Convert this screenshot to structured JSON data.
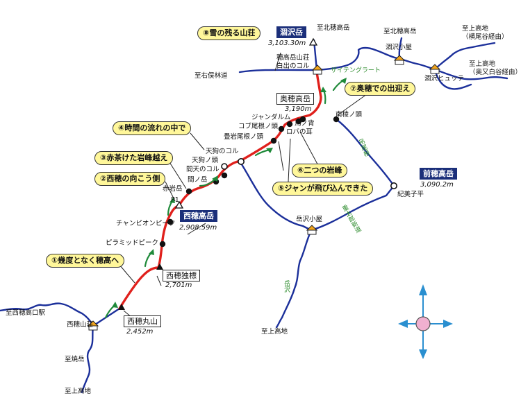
{
  "places": {
    "nishiho_sanso": "西穂山荘",
    "nishiho_kochi_eki": "至西穂高口駅",
    "yakedake": "至焼岳",
    "kamikochi_sw": "至上高地",
    "kamikochi_s": "至上高地",
    "migimata": "至右俣林道",
    "kitaho_1": "至北穂高岳",
    "kitaho_2": "至北穂高岳",
    "karasawa_hut": "涸沢小屋",
    "karasawa_hutte": "涸沢ヒュッテ",
    "kamikochi_yokoo": "至上高地\n（横尾谷経由）",
    "kamikochi_okumata": "至上高地\n（奥又白谷経由）",
    "hotakadake_sanso": "穂高岳山荘\n白出のコル",
    "dakesawa_hut": "岳沢小屋",
    "kimiko_daira": "紀美子平"
  },
  "peaks": {
    "nishiho_maruyama": "西穂丸山",
    "nishiho_dokuhyo": "西穂独標",
    "nishiho_takadake": "西穂高岳",
    "okuho_takadake": "奥穂高岳",
    "maeho_takadake": "前穂高岳",
    "karasawa_dake": "涸沢岳"
  },
  "elevations": {
    "maruyama": "2,452m",
    "dokuhyo": "2,701m",
    "nishiho": "2,908.59m",
    "okuho": "3,190m",
    "maeho": "3,090.2m",
    "karasawa": "3,103.30m"
  },
  "ridge_points": {
    "pyramid_peak": "ピラミッドピーク",
    "chamipion_peak": "チャンピオンピーク",
    "p1": "P1",
    "akaiwadake": "赤岩岳",
    "mano_dake": "間ノ岳",
    "maten_col": "間天のコル",
    "tengu_atama": "天狗ノ頭",
    "tengu_col": "天狗のコル",
    "tatamiiwa": "畳岩尾根ノ頭",
    "kobuone": "コブ尾根ノ頭",
    "gendarme": "ジャンダルム",
    "umanose": "馬ノ背",
    "robanomimi": "ロバの耳",
    "nanryo": "南稜ノ頭"
  },
  "trails": {
    "zaiteng": "ザイテングラート",
    "tsuriodone": "吊尾根",
    "jutaro": "重太郎新道",
    "dakesawa": "岳沢"
  },
  "callouts": {
    "c1": "①幾度となく穂高へ",
    "c2": "②西穂の向こう側",
    "c3": "③赤茶けた岩峰越え",
    "c4": "④時間の流れの中で",
    "c5": "⑤ジャンが飛び込んできた",
    "c6": "⑥二つの岩峰",
    "c7": "⑦奥穂での出迎え",
    "c8": "⑧雪の残る山荘"
  },
  "colors": {
    "route": "#e0201c",
    "trail": "#1b2f9a",
    "arrow": "#1f8a3a",
    "callout_bg": "#fff79a",
    "peak_label_bg": "#1b2f7a",
    "hut": "#f2a51c",
    "compass_arrow": "#2a8fd0",
    "compass_center": "#f0b0d0"
  }
}
